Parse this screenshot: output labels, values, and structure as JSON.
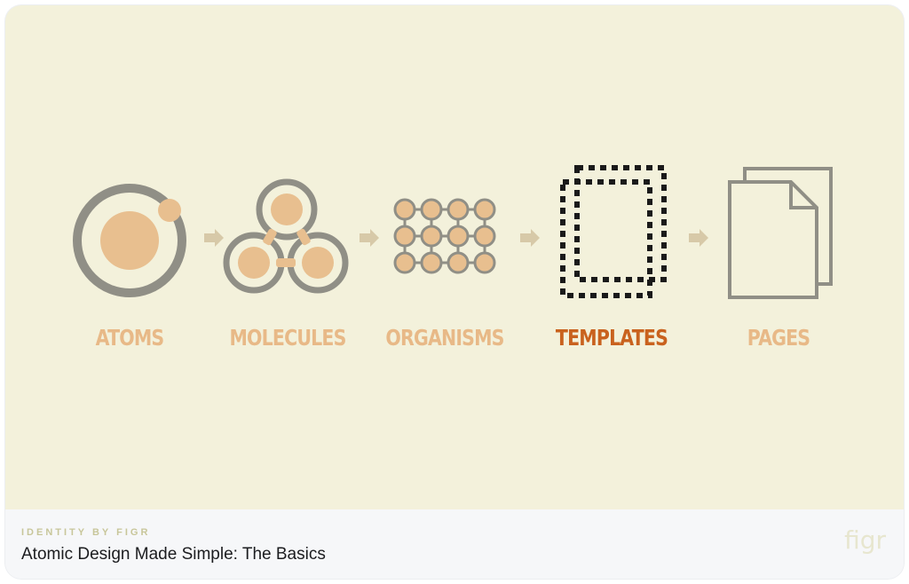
{
  "diagram": {
    "stages": [
      {
        "label": "ATOMS",
        "icon": "atom-icon",
        "active": false
      },
      {
        "label": "MOLECULES",
        "icon": "molecule-icon",
        "active": false
      },
      {
        "label": "ORGANISMS",
        "icon": "organism-grid-icon",
        "active": false
      },
      {
        "label": "TEMPLATES",
        "icon": "dashed-template-icon",
        "active": true
      },
      {
        "label": "PAGES",
        "icon": "stacked-pages-icon",
        "active": false
      }
    ],
    "colors": {
      "background": "#f3f1db",
      "ring": "#908f86",
      "fill": "#e8bf8f",
      "label": "#e8b987",
      "active_label": "#c9621e",
      "arrow": "#d7c9a8"
    }
  },
  "footer": {
    "kicker": "IDENTITY BY FIGR",
    "title": "Atomic Design Made Simple: The Basics",
    "logo": "figr"
  }
}
